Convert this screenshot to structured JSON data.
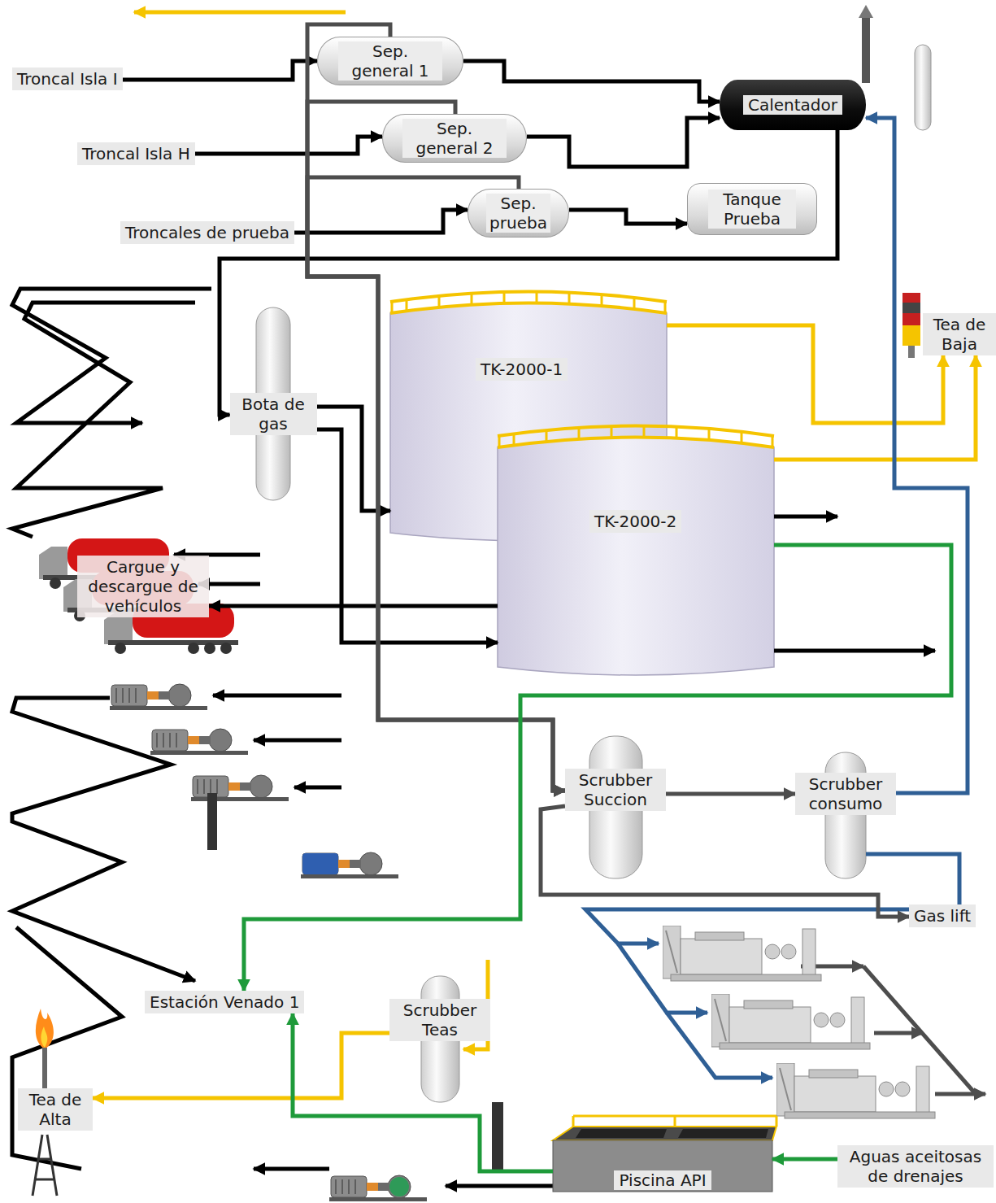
{
  "diagram": {
    "nodes": [
      {
        "text": [
          "Troncal Isla I"
        ]
      },
      {
        "text": [
          "Sep. general 1"
        ]
      },
      {
        "text": [
          "Calentador"
        ]
      },
      {
        "text": [
          "Troncal Isla H"
        ]
      },
      {
        "text": [
          "Sep. general 2"
        ]
      },
      {
        "text": [
          "Sep. prueba"
        ]
      },
      {
        "text": [
          "Tanque Prueba"
        ]
      },
      {
        "text": [
          "Troncales de prueba"
        ]
      },
      {
        "text": [
          "Tea de Baja"
        ]
      },
      {
        "text": [
          "Bota de gas"
        ]
      },
      {
        "text": [
          "TK-2000-1"
        ]
      },
      {
        "text": [
          "TK-2000-2"
        ]
      },
      {
        "text": [
          "Cargue y descargue de vehículos"
        ]
      },
      {
        "text": [
          "Scrubber Succion"
        ]
      },
      {
        "text": [
          "Scrubber consumo"
        ]
      },
      {
        "text": [
          "Gas lift"
        ]
      },
      {
        "text": [
          "Estación Venado 1"
        ]
      },
      {
        "text": [
          "Scrubber Teas"
        ]
      },
      {
        "text": [
          "Tea de Alta"
        ]
      },
      {
        "text": [
          "Piscina API"
        ]
      },
      {
        "text": [
          "Aguas aceitosas de drenajes"
        ]
      }
    ],
    "edges": [
      {
        "from": 0,
        "to": 1,
        "arrow": "to"
      },
      {
        "from": 3,
        "to": 4,
        "arrow": "to"
      },
      {
        "from": 7,
        "to": 5,
        "arrow": "to"
      },
      {
        "from": 1,
        "to": 2,
        "arrow": "to"
      },
      {
        "from": 4,
        "to": 2,
        "arrow": "to"
      },
      {
        "from": 5,
        "to": 6,
        "arrow": "to"
      },
      {
        "from": 2,
        "to": 9,
        "arrow": "to"
      },
      {
        "from": 9,
        "to": 10,
        "arrow": "to"
      },
      {
        "from": 9,
        "to": 11,
        "arrow": "to"
      },
      {
        "from": 11,
        "to": 12,
        "arrow": "to"
      },
      {
        "from": 10,
        "to": 8,
        "arrow": "to"
      },
      {
        "from": 11,
        "to": 8,
        "arrow": "to"
      },
      {
        "from": 1,
        "to": 13,
        "arrow": "to"
      },
      {
        "from": 4,
        "to": 13,
        "arrow": "to"
      },
      {
        "from": 5,
        "to": 13,
        "arrow": "to"
      },
      {
        "from": 13,
        "to": 14,
        "arrow": "to"
      },
      {
        "from": 14,
        "to": 2,
        "arrow": "to"
      },
      {
        "from": 13,
        "to": 15,
        "arrow": "to"
      },
      {
        "from": 17,
        "to": 18,
        "arrow": "to"
      },
      {
        "from": 11,
        "to": 16,
        "arrow": "to"
      },
      {
        "from": 19,
        "to": 16,
        "arrow": "to"
      },
      {
        "from": 20,
        "to": 19,
        "arrow": "to"
      }
    ]
  }
}
